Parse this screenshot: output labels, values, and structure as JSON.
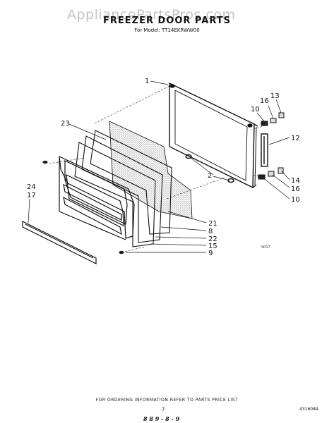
{
  "watermark": "AppliancePartsPros.com",
  "title": "FREEZER DOOR PARTS",
  "model": "For Model: TT14EKRWW00",
  "callouts": [
    "1",
    "23",
    "2",
    "13",
    "16",
    "10",
    "12",
    "14",
    "16",
    "10",
    "24",
    "17",
    "21",
    "8",
    "22",
    "15",
    "9"
  ],
  "figure_code": "9017",
  "footer_note": "FOR ORDERING INFORMATION REFER TO PARTS PRICE LIST",
  "page_number": "7",
  "doc_number": "4316084",
  "date_mark": "8 8 9 - 8 - 9"
}
